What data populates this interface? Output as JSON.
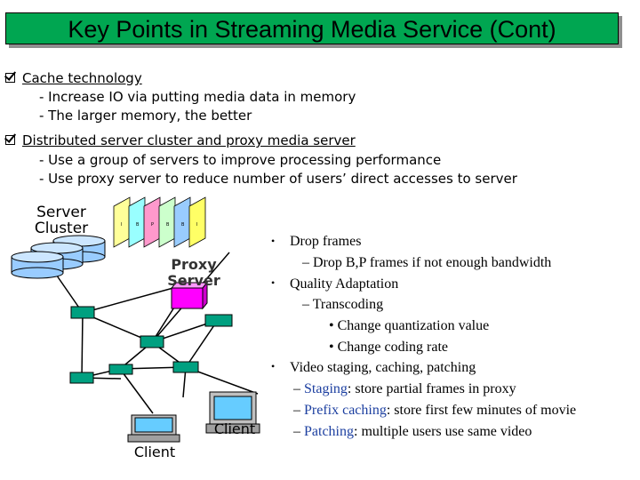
{
  "title": "Key Points in Streaming Media Service (Cont)",
  "bullets": [
    {
      "text": "Cache technology",
      "level": 1
    },
    {
      "text": "- Increase IO via putting media data in memory",
      "level": 2
    },
    {
      "text": "- The larger memory, the better",
      "level": 2
    },
    {
      "text": "Distributed server cluster and proxy media server",
      "level": 1
    },
    {
      "text": "- Use a group of servers to improve processing performance",
      "level": 2
    },
    {
      "text": "- Use proxy server to reduce number of users’ direct accesses to server",
      "level": 2
    }
  ],
  "diagram": {
    "server_cluster_label_line1": "Server",
    "server_cluster_label_line2": "Cluster",
    "proxy_label_line1": "Proxy",
    "proxy_label_line2": "Server",
    "client_label_right": "Client",
    "client_label_left": "Client",
    "frame_letters": [
      "I",
      "B",
      "P",
      "B",
      "B",
      "I"
    ],
    "frame_colors": [
      "#ffff99",
      "#99ffff",
      "#ff99cc",
      "#ccffcc",
      "#99ccff",
      "#ffff66"
    ],
    "colors": {
      "title_bg": "#00a651",
      "node": "#00a080",
      "proxy": "#ff00ff",
      "client_screen": "#66ccff",
      "server_disk": "#99ccff",
      "hub_cable": "#000000"
    }
  },
  "right_list": {
    "drop_frames": "Drop frames",
    "drop_frames_sub": "– Drop B,P frames if not enough bandwidth",
    "quality": "Quality Adaptation",
    "transcoding": "– Transcoding",
    "quant": "• Change quantization value",
    "coding": "• Change coding rate",
    "staging": "Video staging, caching, patching",
    "staging_term": "Staging",
    "staging_desc": ": store partial frames in proxy",
    "prefix_term": "Prefix caching",
    "prefix_desc": ": store first few minutes of movie",
    "patching_term": "Patching",
    "patching_desc": ": multiple users use same video",
    "dash": "– ",
    "bullet": "•"
  }
}
